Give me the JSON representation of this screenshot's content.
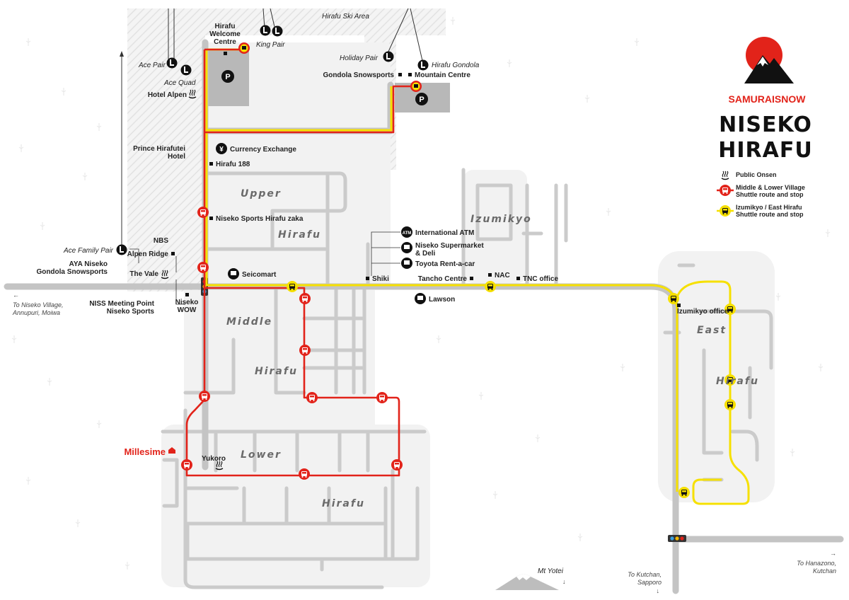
{
  "title": {
    "line1": "NISEKO",
    "line2": "HIRAFU",
    "brand": "SAMURAISNOW"
  },
  "legend": {
    "onsen": "Public Onsen",
    "red_line1": "Middle & Lower Village",
    "red_line2": "Shuttle route and stop",
    "yellow_line1": "Izumikyo / East Hirafu",
    "yellow_line2": "Shuttle route and stop"
  },
  "colors": {
    "red_route": "#e2231a",
    "yellow_route": "#f6e000",
    "road": "#c8c8c8",
    "block": "#f2f2f2",
    "parking": "#b5b5b5"
  },
  "areas": {
    "upper1": "Upper",
    "upper2": "Hirafu",
    "middle1": "Middle",
    "middle2": "Hirafu",
    "lower1": "Lower",
    "lower2": "Hirafu",
    "east1": "East",
    "east2": "Hirafu",
    "izumikyo": "Izumikyo",
    "ski_area": "Hirafu Ski Area"
  },
  "lifts": {
    "ace_pair": "Ace Pair",
    "ace_quad": "Ace Quad",
    "king_pair": "King Pair",
    "holiday_pair": "Holiday Pair",
    "hirafu_gondola": "Hirafu Gondola",
    "ace_family_pair": "Ace Family Pair"
  },
  "places": {
    "hirafu_welcome_1": "Hirafu",
    "hirafu_welcome_2": "Welcome",
    "hirafu_welcome_3": "Centre",
    "gondola_snowsports": "Gondola Snowsports",
    "mountain_centre": "Mountain Centre",
    "hotel_alpen": "Hotel Alpen",
    "prince_1": "Prince Hirafutei",
    "prince_2": "Hotel",
    "currency_exchange": "Currency Exchange",
    "hirafu_188": "Hirafu 188",
    "niseko_sports_zaka": "Niseko Sports Hirafu zaka",
    "nbs": "NBS",
    "alpen_ridge": "Alpen Ridge",
    "aya_1": "AYA Niseko",
    "aya_2": "Gondola Snowsports",
    "the_vale": "The Vale",
    "niss_1": "NISS Meeting Point",
    "niss_2": "Niseko Sports",
    "niseko_wow_1": "Niseko",
    "niseko_wow_2": "WOW",
    "seicomart": "Seicomart",
    "international_atm": "International ATM",
    "supermarket_1": "Niseko Supermarket",
    "supermarket_2": "& Deli",
    "toyota": "Toyota Rent-a-car",
    "shiki": "Shiki",
    "tancho": "Tancho Centre",
    "nac": "NAC",
    "tnc": "TNC office",
    "lawson": "Lawson",
    "izumikyo_office": "Izumikyo office",
    "millesime": "Millesime",
    "yukoro": "Yukoro",
    "mt_yotei": "Mt Yotei"
  },
  "directions": {
    "west_1": "To Niseko Village,",
    "west_2": "Annupuri, Moiwa",
    "east_1": "To Hanazono,",
    "east_2": "Kutchan",
    "south_1": "To Kutchan,",
    "south_2": "Sapporo"
  },
  "icons": {
    "parking": "P",
    "atm": "ATM",
    "lift": "chairlift-icon",
    "onsen": "onsen-icon",
    "bus": "bus-stop-icon"
  }
}
